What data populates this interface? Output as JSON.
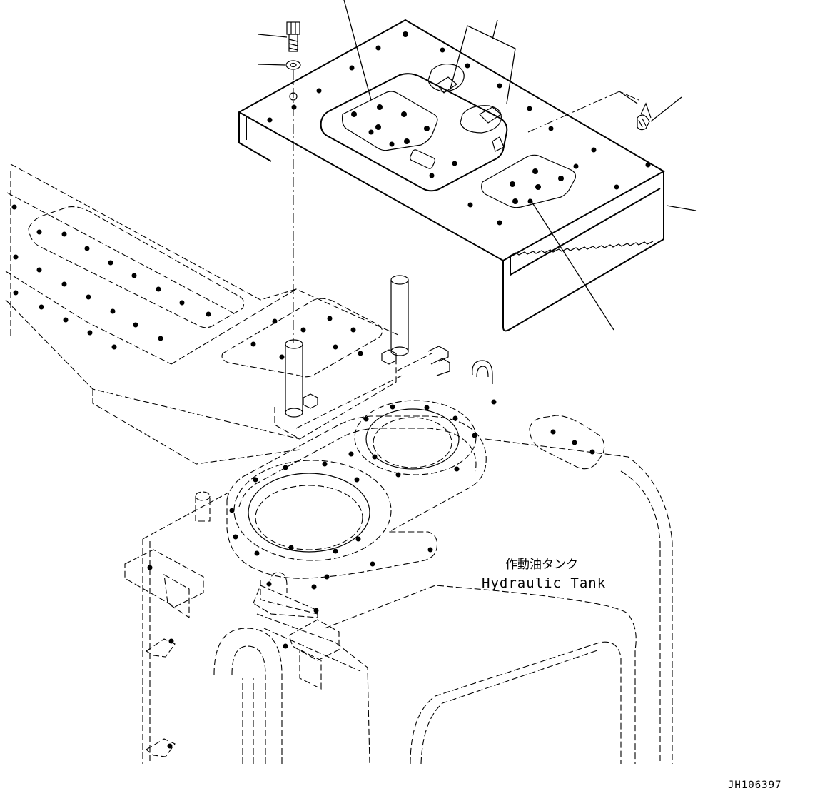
{
  "diagram": {
    "tank_label_jp": "作動油タンク",
    "tank_label_en": "Hydraulic Tank",
    "drawing_code": "JH106397"
  },
  "colors": {
    "line": "#000000",
    "background": "#ffffff"
  }
}
